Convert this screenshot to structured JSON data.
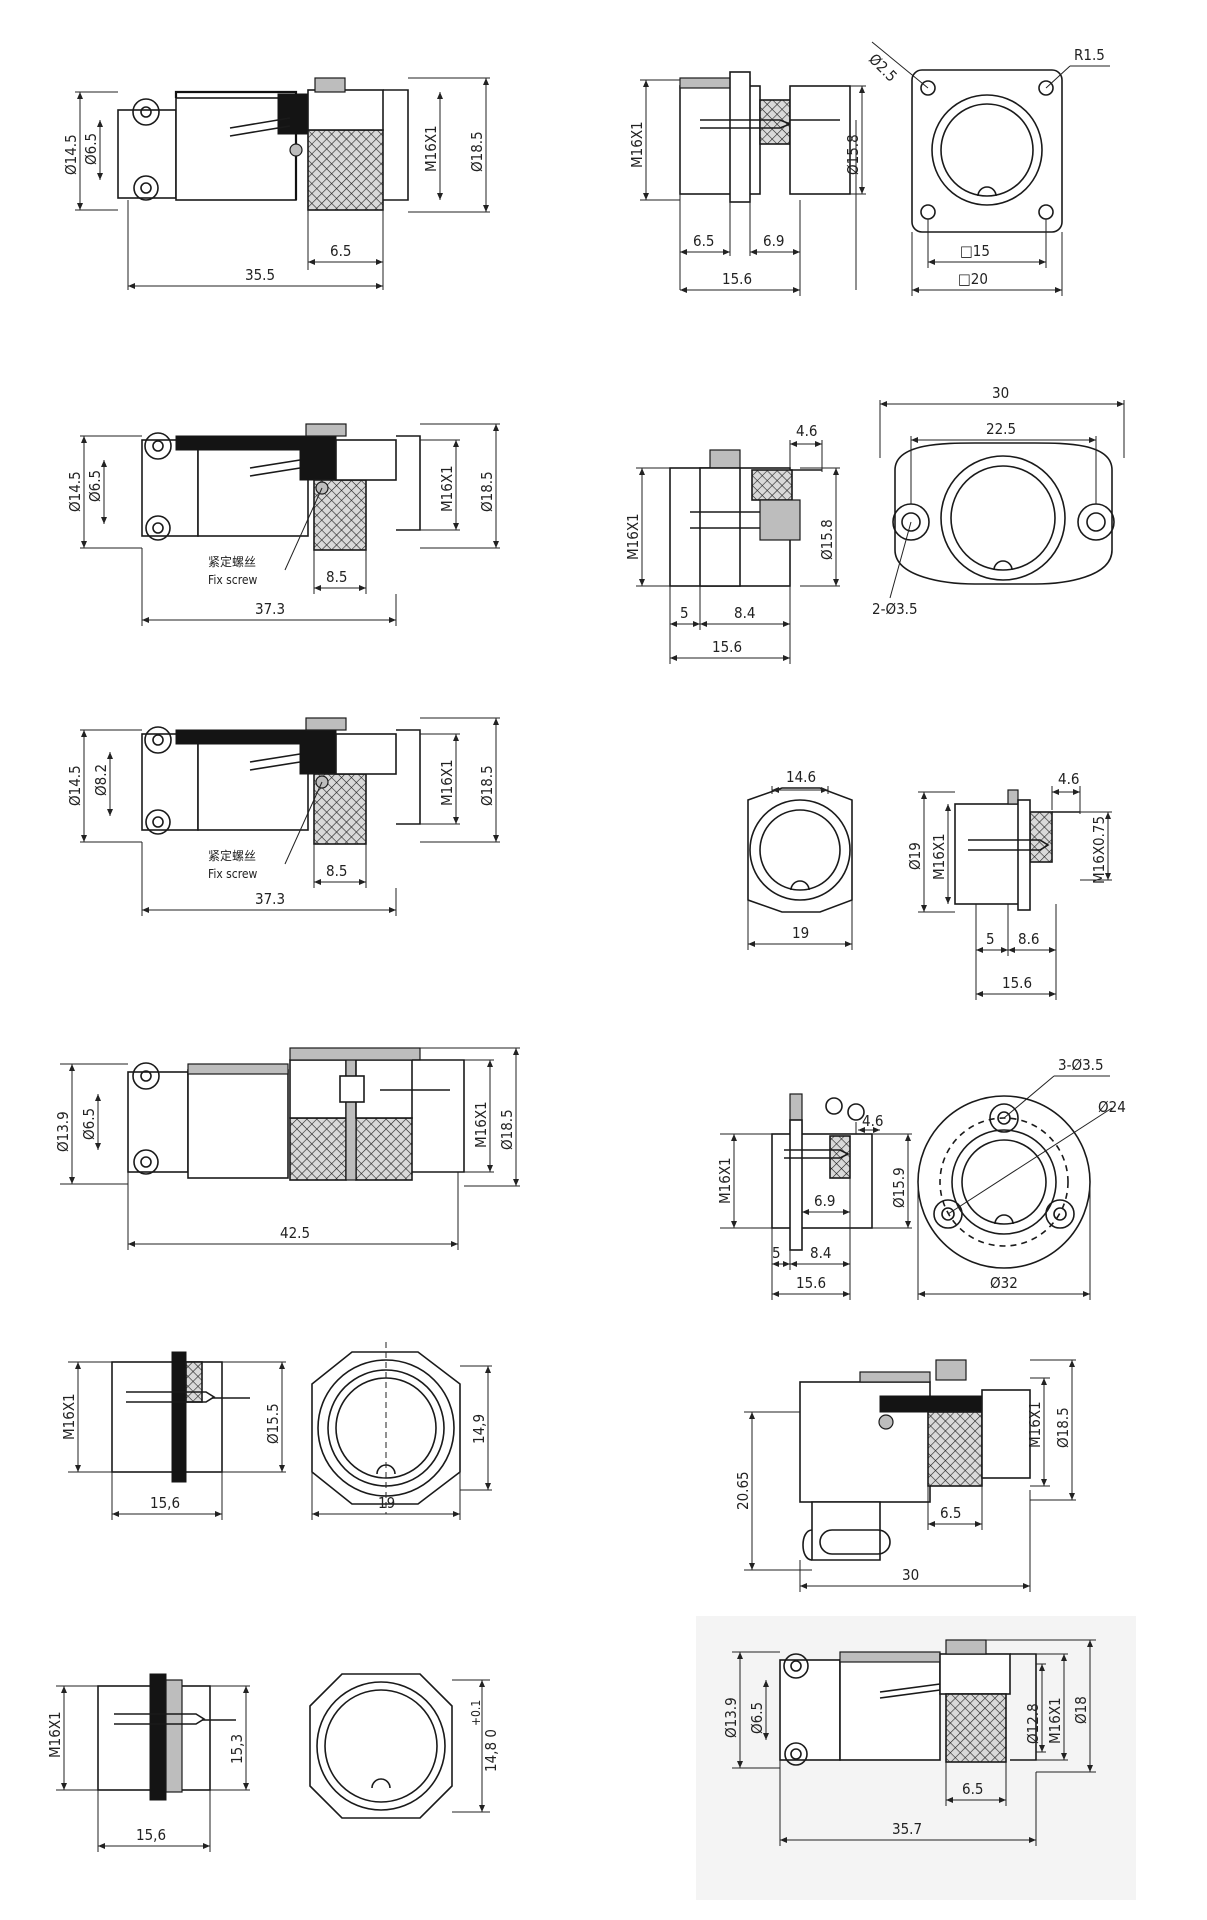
{
  "drawings": {
    "d1": {
      "dia_body": "Ø14.5",
      "dia_cable": "Ø6.5",
      "thread": "M16X1",
      "dia_nut": "Ø18.5",
      "nut_len": "6.5",
      "total_len": "35.5"
    },
    "d2": {
      "thread": "M16X1",
      "dia_flange": "Ø15.8",
      "len_a": "6.5",
      "len_b": "6.9",
      "total_len": "15.6"
    },
    "d3": {
      "hole_dia": "Ø2.5",
      "corner_r": "R1.5",
      "hole_pitch": "□15",
      "flange_size": "□20"
    },
    "d4": {
      "dia_body": "Ø14.5",
      "dia_cable": "Ø6.5",
      "thread": "M16X1",
      "dia_nut": "Ø18.5",
      "screw_cn": "紧定螺丝",
      "screw_en": "Fix screw",
      "nut_len": "8.5",
      "total_len": "37.3"
    },
    "d5": {
      "top_len": "4.6",
      "thread": "M16X1",
      "dia_flange": "Ø15.8",
      "len_a": "5",
      "len_b": "8.4",
      "total_len": "15.6"
    },
    "d6": {
      "width": "30",
      "pitch": "22.5",
      "holes": "2-Ø3.5"
    },
    "d7": {
      "dia_body": "Ø14.5",
      "dia_cable": "Ø8.2",
      "thread": "M16X1",
      "dia_nut": "Ø18.5",
      "screw_cn": "紧定螺丝",
      "screw_en": "Fix screw",
      "nut_len": "8.5",
      "total_len": "37.3"
    },
    "d8": {
      "inner": "14.6",
      "across_flats": "19"
    },
    "d9": {
      "top_len": "4.6",
      "dia_hex": "Ø19",
      "thread": "M16X1",
      "thread2": "M16X0.75",
      "len_a": "5",
      "len_b": "8.6",
      "total_len": "15.6"
    },
    "d10": {
      "dia_body": "Ø13.9",
      "dia_cable": "Ø6.5",
      "thread": "M16X1",
      "dia_nut": "Ø18.5",
      "total_len": "42.5"
    },
    "d11": {
      "top_len": "4.6",
      "thread": "M16X1",
      "dia_flange": "Ø15.9",
      "len_mid": "6.9",
      "len_a": "5",
      "len_b": "8.4",
      "total_len": "15.6"
    },
    "d12": {
      "holes": "3-Ø3.5",
      "pcd": "Ø24",
      "outer": "Ø32"
    },
    "d13": {
      "thread": "M16X1",
      "dia_flange": "Ø15.5",
      "total_len": "15,6"
    },
    "d14": {
      "across_flats": "19",
      "height": "14,9"
    },
    "d15": {
      "thread": "M16X1",
      "dia_nut": "Ø18.5",
      "height": "20.65",
      "nut_len": "6.5",
      "total_len": "30"
    },
    "d16": {
      "thread": "M16X1",
      "dia_flange": "15,3",
      "total_len": "15,6"
    },
    "d17": {
      "height": "14,8 0",
      "tol": "+0.1"
    },
    "d18": {
      "dia_body": "Ø13.9",
      "dia_cable": "Ø6.5",
      "dia_inner": "Ø12.8",
      "thread": "M16X1",
      "dia_nut": "Ø18",
      "nut_len": "6.5",
      "total_len": "35.7"
    }
  }
}
